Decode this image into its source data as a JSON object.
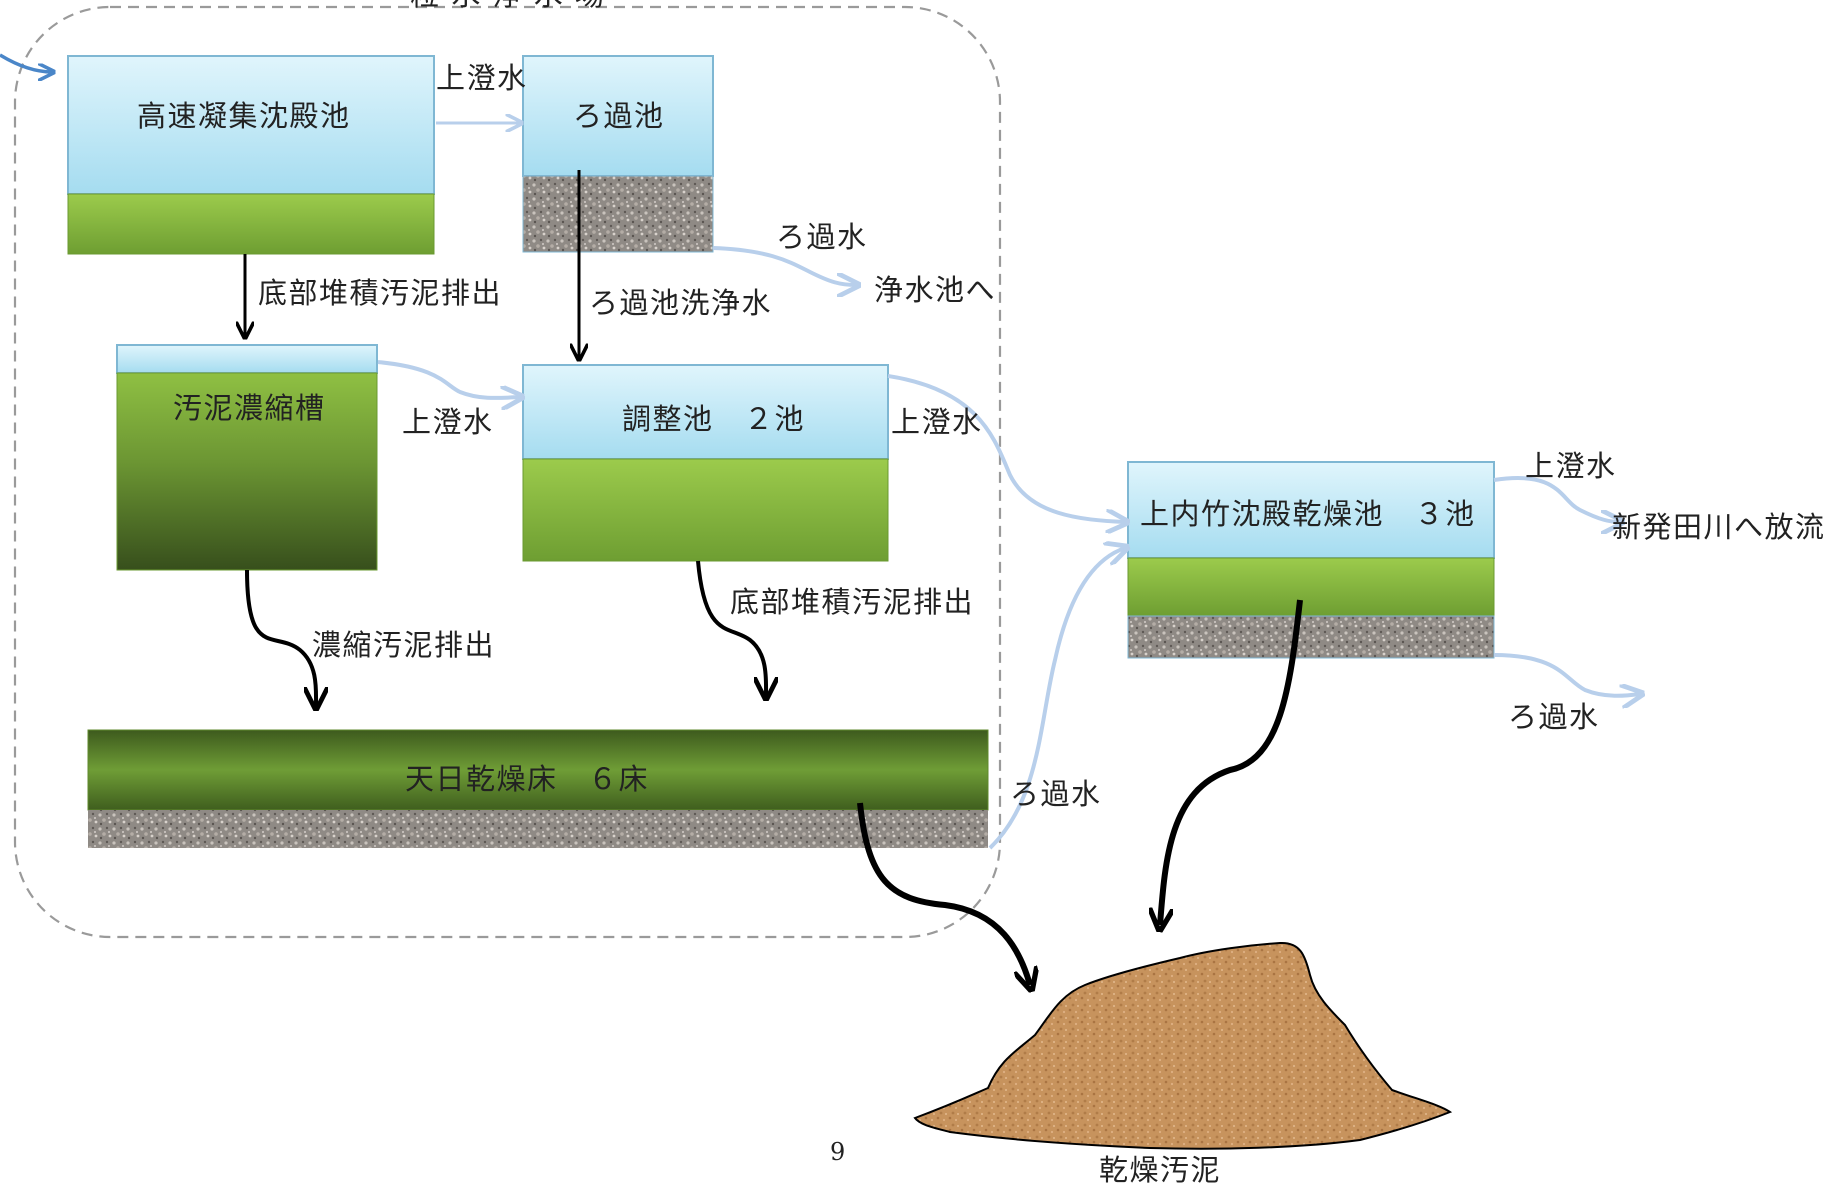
{
  "top_cut_label": "粒 水 浄 水 場",
  "tanks": {
    "rapid_clarifier": "高速凝集沈殿池",
    "filter_basin": "ろ過池",
    "thickener": "汚泥濃縮槽",
    "adjusting_basin": "調整池　２池",
    "drying_bed": "天日乾燥床　６床",
    "kamiuchitake_basin": "上内竹沈殿乾燥池　３池"
  },
  "labels": {
    "supernatant_1": "上澄水",
    "filtered_water_1": "ろ過水",
    "to_clean_water_basin": "浄水池へ",
    "bottom_sludge_1": "底部堆積汚泥排出",
    "filter_wash_water": "ろ過池洗浄水",
    "supernatant_2": "上澄水",
    "supernatant_3": "上澄水",
    "concentrated_sludge": "濃縮汚泥排出",
    "bottom_sludge_2": "底部堆積汚泥排出",
    "filtered_water_2": "ろ過水",
    "supernatant_4": "上澄水",
    "to_river": "新発田川へ放流",
    "filtered_water_3": "ろ過水",
    "dried_sludge": "乾燥汚泥"
  },
  "page_number": "9",
  "colors": {
    "water_top": "#d6f1fb",
    "water_bottom": "#a9dff2",
    "sludge_green": "#8cbf40",
    "sludge_dark": "#3e5a20",
    "sand": "#8e8a86",
    "soil": "#c9955e",
    "light_arrow": "#b8cfeb",
    "in_arrow": "#4a86c8"
  }
}
